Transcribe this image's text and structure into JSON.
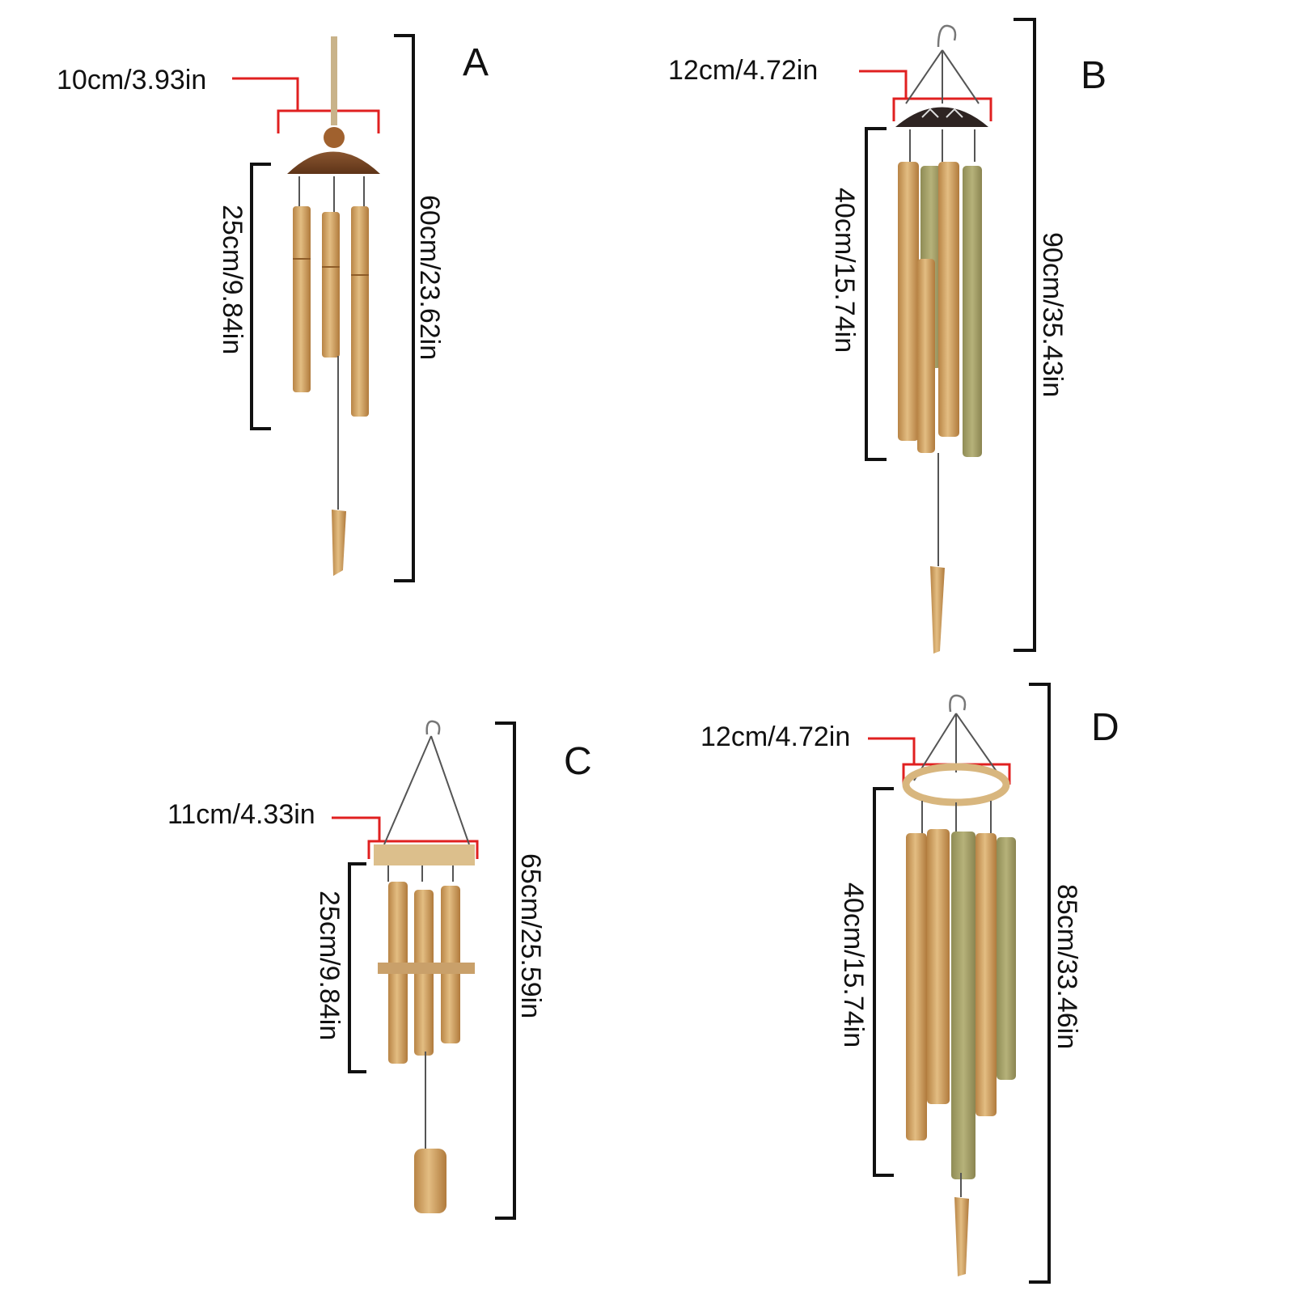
{
  "colors": {
    "bracket": "#111111",
    "width_marker": "#e02020",
    "bamboo_light": "#d9ad6e",
    "bamboo_dark": "#b88445",
    "bamboo_green": "#a7a56a",
    "coconut": "#7a4a26",
    "coconut_black": "#2e2422"
  },
  "panels": {
    "A": {
      "letter": "A",
      "width_label": "10cm/3.93in",
      "tube_label": "25cm/9.84in",
      "total_label": "60cm/23.62in"
    },
    "B": {
      "letter": "B",
      "width_label": "12cm/4.72in",
      "tube_label": "40cm/15.74in",
      "total_label": "90cm/35.43in"
    },
    "C": {
      "letter": "C",
      "width_label": "11cm/4.33in",
      "tube_label": "25cm/9.84in",
      "total_label": "65cm/25.59in"
    },
    "D": {
      "letter": "D",
      "width_label": "12cm/4.72in",
      "tube_label": "40cm/15.74in",
      "total_label": "85cm/33.46in"
    }
  }
}
